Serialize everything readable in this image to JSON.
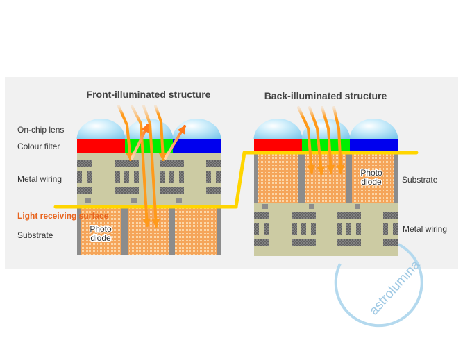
{
  "diagram": {
    "front": {
      "title": "Front-illuminated structure",
      "labels": {
        "lens": "On-chip lens",
        "filter": "Colour filter",
        "wiring": "Metal wiring",
        "surface": "Light receiving surface",
        "substrate": "Substrate"
      },
      "photodiode": [
        "Photo",
        "diode"
      ]
    },
    "back": {
      "title": "Back-illuminated structure",
      "labels": {
        "substrate": "Substrate",
        "wiring": "Metal wiring"
      },
      "photodiode": [
        "Photo",
        "diode"
      ]
    },
    "filter_colors": [
      "#ff0000",
      "#00ee00",
      "#0000ee"
    ],
    "colors": {
      "panel": "#f1f1f1",
      "lens": "#a8dcf3",
      "wiring_layer": "#cccba3",
      "wire": "#5a5a5a",
      "photodiode": "#f5a55a",
      "separator": "#8c8c8c",
      "surface_line": "#ffd500",
      "incoming_light": "#ff9a1a",
      "reflected_light": "#ff7a1a"
    },
    "watermark": "astrolumina"
  }
}
